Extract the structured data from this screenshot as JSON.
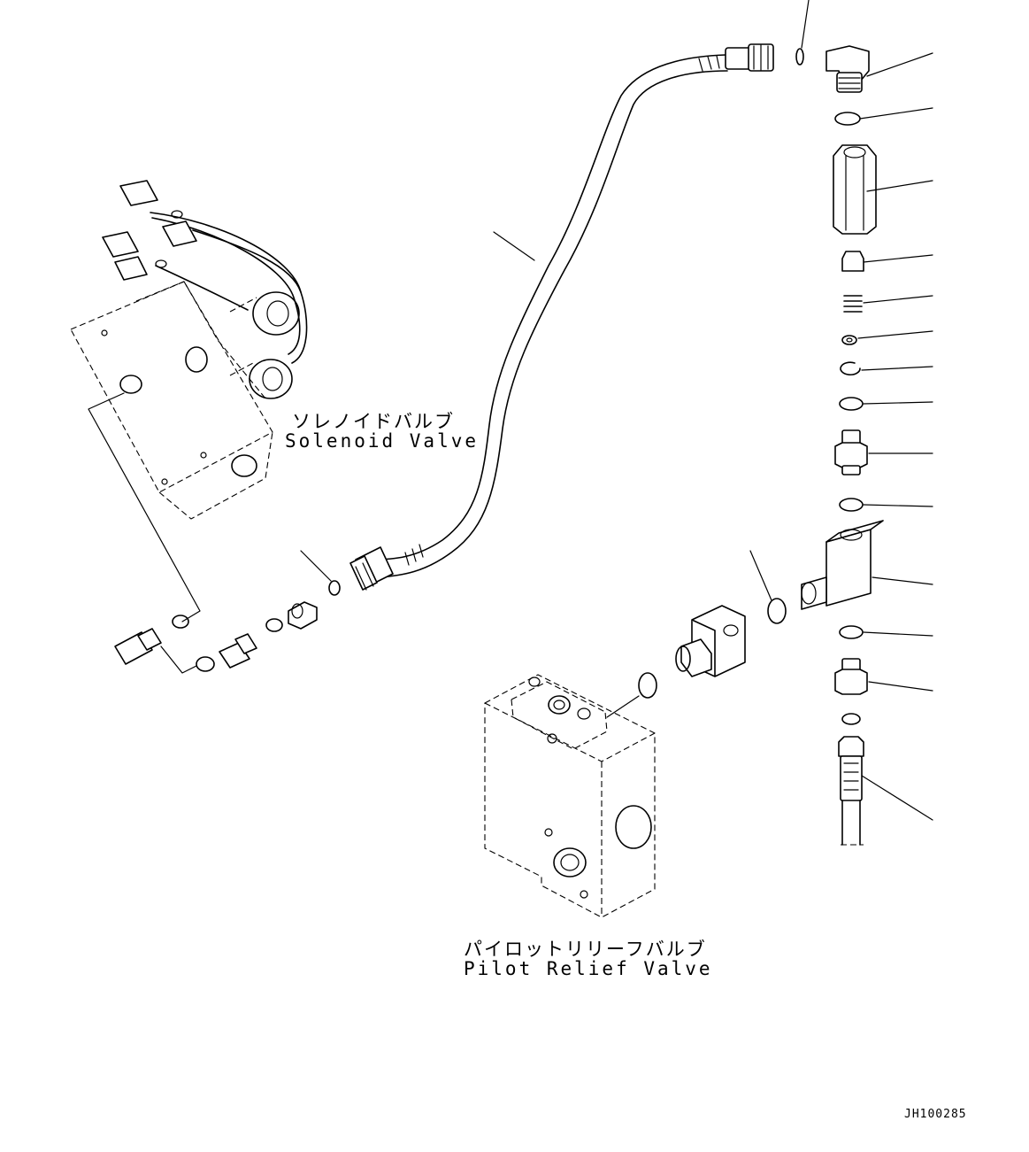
{
  "labels": {
    "solenoid_valve_jp": "ソレノイドバルブ",
    "solenoid_valve_en": "Solenoid Valve",
    "pilot_relief_valve_jp": "パイロットリリーフバルブ",
    "pilot_relief_valve_en": "Pilot Relief Valve",
    "drawing_code": "JH100285"
  }
}
